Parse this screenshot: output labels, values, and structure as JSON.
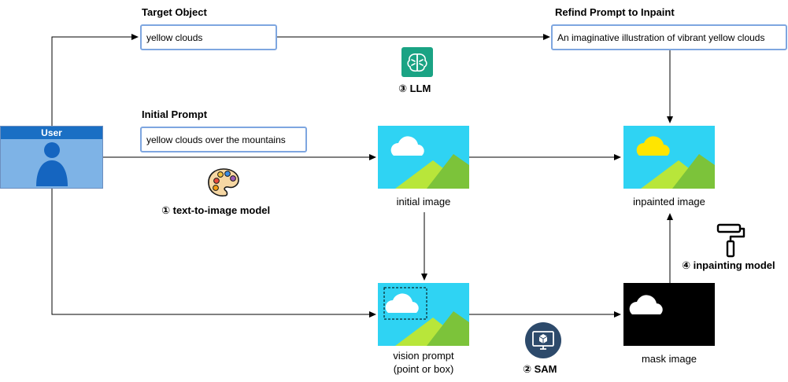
{
  "user": {
    "label": "User"
  },
  "target": {
    "title": "Target Object",
    "value": "yellow clouds"
  },
  "refined": {
    "title": "Refind Prompt to Inpaint",
    "value": "An imaginative illustration of vibrant yellow clouds"
  },
  "initial_prompt": {
    "title": "Initial Prompt",
    "value": "yellow clouds over the mountains"
  },
  "steps": {
    "llm": "③ LLM",
    "t2i": "① text-to-image model",
    "sam": "② SAM",
    "inpaint": "④ inpainting model"
  },
  "images": {
    "initial": "initial image",
    "inpainted": "inpainted image",
    "vision_line1": "vision prompt",
    "vision_line2": "(point or box)",
    "mask": "mask image"
  },
  "icons": {
    "user": "user-icon",
    "llm": "brain-icon",
    "t2i": "palette-icon",
    "sam": "cube-monitor-icon",
    "inpaint": "paint-roller-icon"
  },
  "colors": {
    "sky": "#2fd3f3",
    "hill_light": "#b8e63a",
    "hill_dark": "#7cc33a",
    "cloud": "#ffffff",
    "cloud_yellow": "#ffe500",
    "llm_green": "#1aa384",
    "sam_navy": "#2d4a6b",
    "box_border": "#7ea6e0",
    "user_header": "#1a6fc4",
    "user_body": "#7eb3e6"
  }
}
